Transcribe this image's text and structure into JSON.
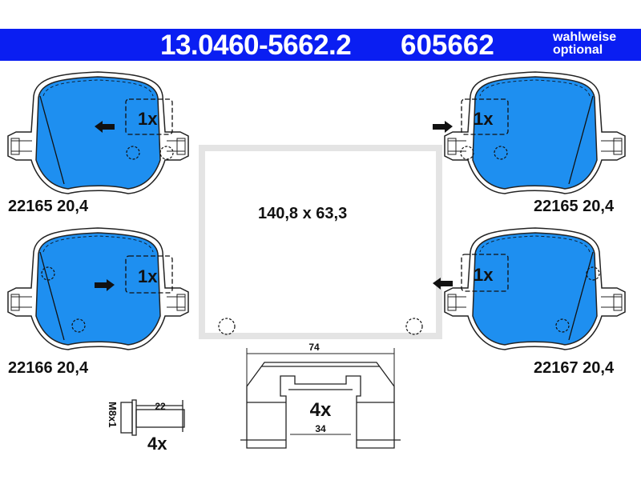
{
  "header": {
    "part_number": "13.0460-5662.2",
    "ean": "605662",
    "optional_line1": "wahlweise",
    "optional_line2": "optional"
  },
  "pads": [
    {
      "label": "22165 20,4",
      "qty": "1x",
      "arrow": "left"
    },
    {
      "label": "22165 20,4",
      "qty": "1x",
      "arrow": "right"
    },
    {
      "label": "22166 20,4",
      "qty": "1x",
      "arrow": "right"
    },
    {
      "label": "22167 20,4",
      "qty": "1x",
      "arrow": "left"
    }
  ],
  "dimensions": "140,8 x 63,3",
  "bolt": {
    "thread": "M8x1",
    "length": "22",
    "qty": "4x"
  },
  "clip": {
    "width": "74",
    "inner": "34",
    "qty": "4x"
  },
  "colors": {
    "header": "#0a1ef2",
    "pad": "#1e8ff0"
  }
}
